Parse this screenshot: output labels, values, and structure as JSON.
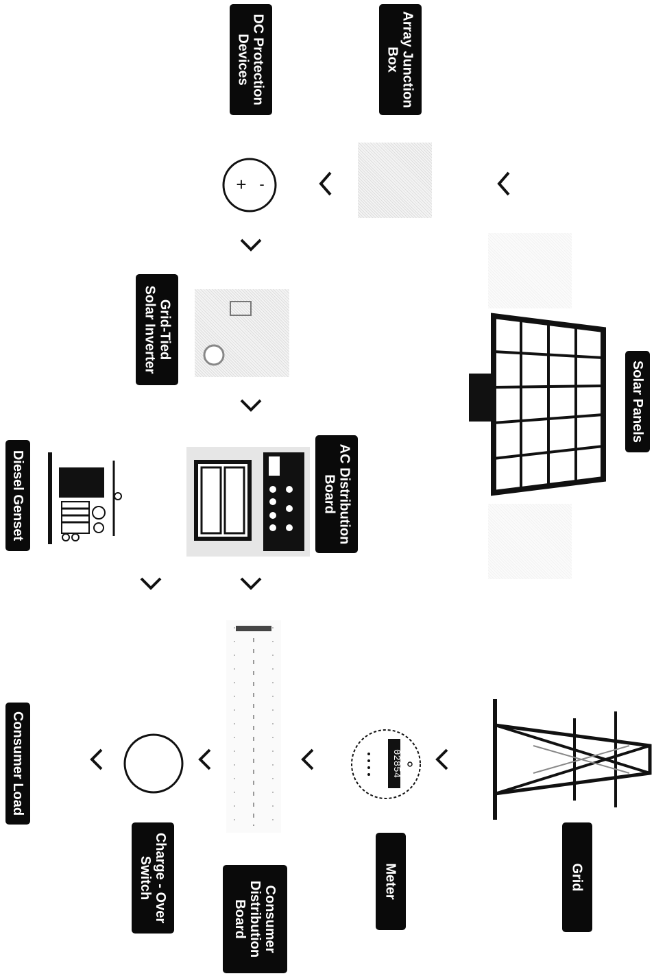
{
  "labels": {
    "array_junction_box": "Array Junction\nBox",
    "dc_protection": "DC Protection\nDevices",
    "grid_tied_inverter": "Grid-Tied\nSolar Inverter",
    "ac_distribution_board": "AC Distribution\nBoard",
    "diesel_genset": "Diesel Genset",
    "solar_panels": "Solar Panels",
    "grid": "Grid",
    "meter": "Meter",
    "consumer_distribution_board": "Consumer\nDistribution\nBoard",
    "charge_over_switch": "Charge - Over\nSwitch",
    "consumer_load": "Consumer Load"
  },
  "meter_reading": "02854",
  "dc_symbols": {
    "plus": "+",
    "minus": "-"
  },
  "colors": {
    "label_bg": "#0a0a0a",
    "label_text": "#ffffff",
    "line": "#111111"
  }
}
